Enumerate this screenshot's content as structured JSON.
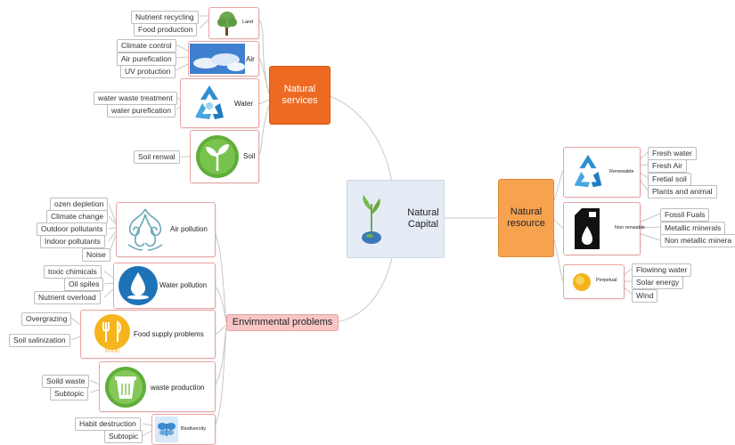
{
  "central": {
    "line1": "Natural",
    "line2": "Capital"
  },
  "natural_services": {
    "line1": "Natural",
    "line2": "services",
    "land": {
      "label": "Land",
      "leaves": [
        "Nutrient recycling",
        "Food production"
      ]
    },
    "air": {
      "label": "Air",
      "leaves": [
        "Climate control",
        "Air purefication",
        "UV protuction"
      ]
    },
    "water": {
      "label": "Water",
      "leaves": [
        "water waste treatment",
        "water purefication"
      ]
    },
    "soil": {
      "label": "Soil",
      "leaves": [
        "Soil renwal"
      ]
    }
  },
  "natural_resource": {
    "line1": "Natural",
    "line2": "resource",
    "renewable": {
      "label": "Renewable",
      "leaves": [
        "Fresh water",
        "Fresh Air",
        "Fretial soil",
        "Plants and animal"
      ]
    },
    "non_renewable": {
      "label": "Non renwable",
      "leaves": [
        "Fossil Fuals",
        "Metallic minerals",
        "Non metallic minera"
      ]
    },
    "perpetual": {
      "label": "Perpetual",
      "leaves": [
        "Flowinng water",
        "Solar energy",
        "Wind"
      ]
    }
  },
  "env_problems": {
    "label": "Envirnmental problems",
    "air_pollution": {
      "label": "Air pollution",
      "leaves": [
        "ozen depletion",
        "Climate change",
        "Outdoor pollutants",
        "Indoor pollutants",
        "Noise"
      ]
    },
    "water_pollution": {
      "label": "Water pollution",
      "leaves": [
        "toxic chimicals",
        "Oil spiles",
        "Nutrient overload"
      ]
    },
    "food_supply": {
      "label": "Food supply problems",
      "icon_text": "FOOD",
      "leaves": [
        "Overgrazing",
        "Soil salinization"
      ]
    },
    "waste": {
      "label": "waste production",
      "leaves": [
        "Soild waste",
        "Subtopic"
      ]
    },
    "biodiversity": {
      "label": "Biodiversity",
      "leaves": [
        "Habit destruction",
        "Subtopic"
      ]
    }
  },
  "colors": {
    "hub_orange": "#ee6a22",
    "hub_light_orange": "#f7a24f",
    "problems_pink": "#f9c6c6",
    "central_bg": "#e5ebf5",
    "topic_border": "#e9a3a3"
  }
}
